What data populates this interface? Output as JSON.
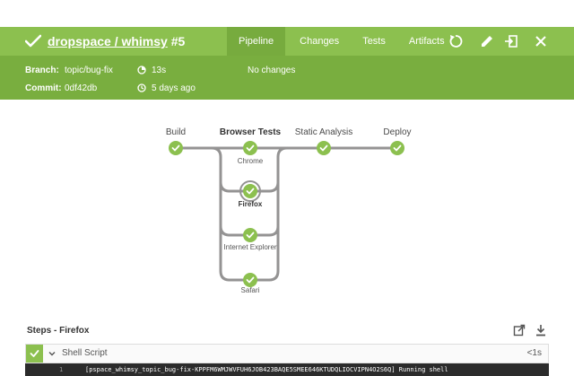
{
  "header": {
    "job_link": "dropspace / whimsy",
    "run_number": "#5",
    "tabs": [
      "Pipeline",
      "Changes",
      "Tests",
      "Artifacts"
    ],
    "active_tab": "Pipeline",
    "status_color": "#8cc04f",
    "icons": [
      "rerun-icon",
      "edit-icon",
      "open-classic-icon",
      "close-icon"
    ]
  },
  "summary": {
    "branch_label": "Branch:",
    "branch": "topic/bug-fix",
    "commit_label": "Commit:",
    "commit": "0df42db",
    "duration": "13s",
    "time_ago": "5 days ago",
    "changes": "No changes"
  },
  "pipeline": {
    "stages": [
      "Build",
      "Browser Tests",
      "Static Analysis",
      "Deploy"
    ],
    "selected_stage": "Browser Tests",
    "parallel_branches": [
      "Chrome",
      "Firefox",
      "Internet Explorer",
      "Safari"
    ],
    "selected_branch": "Firefox",
    "success_color": "#8cc04f"
  },
  "steps": {
    "title": "Steps - Firefox",
    "items": [
      {
        "name": "Shell Script",
        "duration": "<1s",
        "status": "success"
      }
    ],
    "log": [
      {
        "line": "1",
        "text": "[pspace_whimsy_topic_bug-fix-KPPFM6WMJWVFUH6JOB423BAQE5SMEE646KTUDQLIOCVIPN4O2S6Q] Running shell"
      }
    ]
  }
}
